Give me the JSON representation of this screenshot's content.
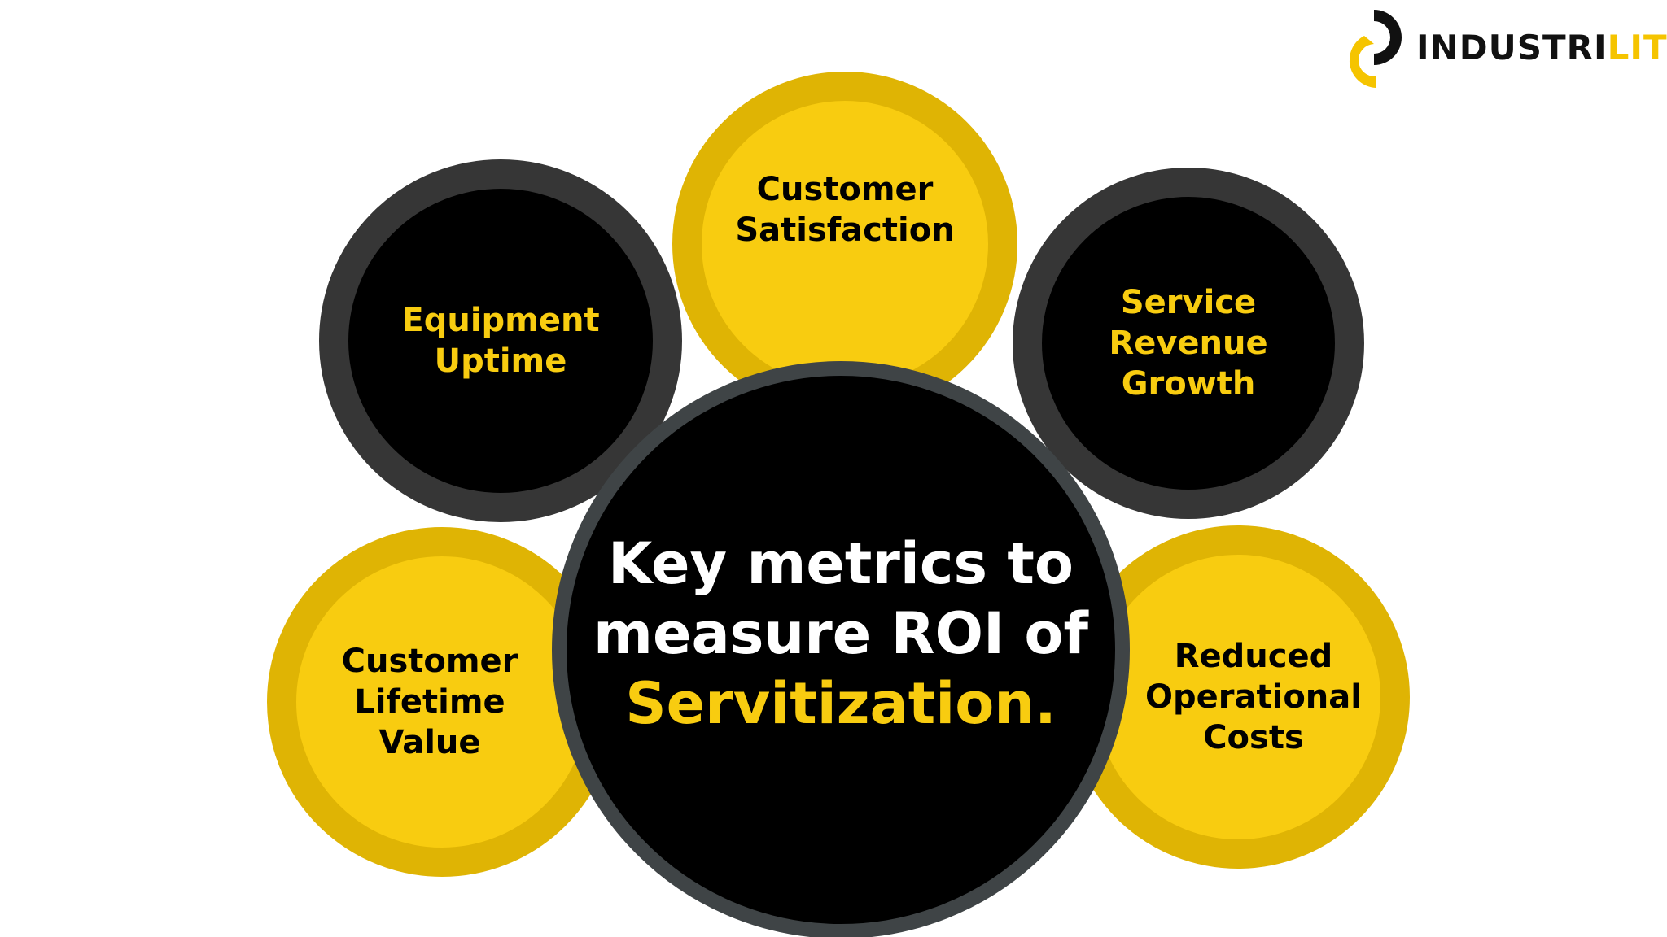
{
  "logo": {
    "brand_main": "INDUSTRI",
    "brand_accent": "LITY",
    "icon": "industrility-logo-icon"
  },
  "center": {
    "line1": "Key metrics to",
    "line2": "measure ROI of",
    "line3": "Servitization."
  },
  "metrics": {
    "equipment_uptime": "Equipment\nUptime",
    "customer_satisfaction": "Customer\nSatisfaction",
    "service_revenue_growth": "Service\nRevenue\nGrowth",
    "customer_lifetime_value": "Customer\nLifetime\nValue",
    "reduced_operational_costs": "Reduced\nOperational\nCosts"
  },
  "colors": {
    "yellow": "#f8cc10",
    "yellow_ring": "#dfb404",
    "black": "#000000",
    "dark_ring": "#363636",
    "center_ring": "#3f4446",
    "white": "#ffffff"
  }
}
